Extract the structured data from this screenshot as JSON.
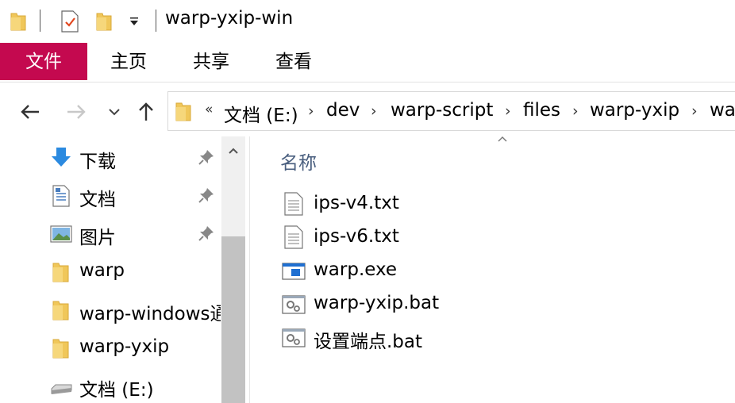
{
  "window": {
    "title": "warp-yxip-win"
  },
  "ribbon": {
    "tabs": [
      {
        "label": "文件"
      },
      {
        "label": "主页"
      },
      {
        "label": "共享"
      },
      {
        "label": "查看"
      }
    ]
  },
  "address": {
    "overflow": "«",
    "crumbs": [
      {
        "label": "文档 (E:)"
      },
      {
        "label": "dev"
      },
      {
        "label": "warp-script"
      },
      {
        "label": "files"
      },
      {
        "label": "warp-yxip"
      },
      {
        "label": "wa"
      }
    ],
    "separator": "›"
  },
  "sidebar": {
    "items": [
      {
        "label": "下载",
        "icon": "download-arrow-icon",
        "pinned": true
      },
      {
        "label": "文档",
        "icon": "document-icon",
        "pinned": true
      },
      {
        "label": "图片",
        "icon": "picture-icon",
        "pinned": true
      },
      {
        "label": "warp",
        "icon": "folder-icon",
        "pinned": false
      },
      {
        "label": "warp-windows通",
        "icon": "folder-icon",
        "pinned": false
      },
      {
        "label": "warp-yxip",
        "icon": "folder-icon",
        "pinned": false
      },
      {
        "label": "文档 (E:)",
        "icon": "drive-icon",
        "pinned": false
      }
    ]
  },
  "content": {
    "column_header": "名称",
    "files": [
      {
        "name": "ips-v4.txt",
        "icon": "text-file-icon"
      },
      {
        "name": "ips-v6.txt",
        "icon": "text-file-icon"
      },
      {
        "name": "warp.exe",
        "icon": "exe-file-icon"
      },
      {
        "name": "warp-yxip.bat",
        "icon": "bat-file-icon"
      },
      {
        "name": "设置端点.bat",
        "icon": "bat-file-icon"
      }
    ]
  },
  "colors": {
    "file_tab": "#c4094f",
    "folder": "#f0c75a",
    "column_header": "#4a5f7f"
  }
}
